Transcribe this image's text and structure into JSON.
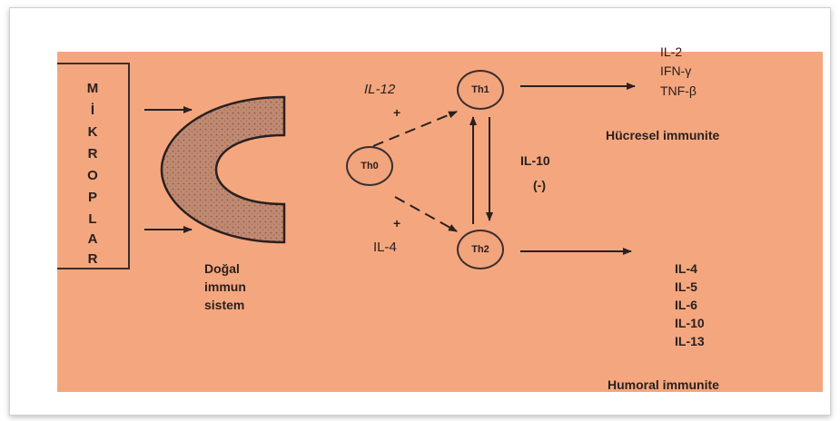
{
  "mikroplar_letters": [
    "M",
    "İ",
    "K",
    "R",
    "O",
    "P",
    "L",
    "A",
    "R"
  ],
  "innate": {
    "line1": "Doğal",
    "line2": "immun",
    "line3": "sistem"
  },
  "cells": {
    "th0": "Th0",
    "th1": "Th1",
    "th2": "Th2"
  },
  "signals": {
    "il12": "IL-12",
    "plus_top": "+",
    "plus_bottom": "+",
    "il4": "IL-4",
    "il10": "IL-10",
    "minus": "(-)"
  },
  "th1_products": [
    "IL-2",
    "IFN-γ",
    "TNF-β"
  ],
  "cellular_label": "Hücresel immunite",
  "th2_products": [
    "IL-4",
    "IL-5",
    "IL-6",
    "IL-10",
    "IL-13"
  ],
  "humoral_label": "Humoral immunite",
  "colors": {
    "panel": "#f4a77e",
    "ink": "#2a2020",
    "stipple": "#b8826a"
  }
}
